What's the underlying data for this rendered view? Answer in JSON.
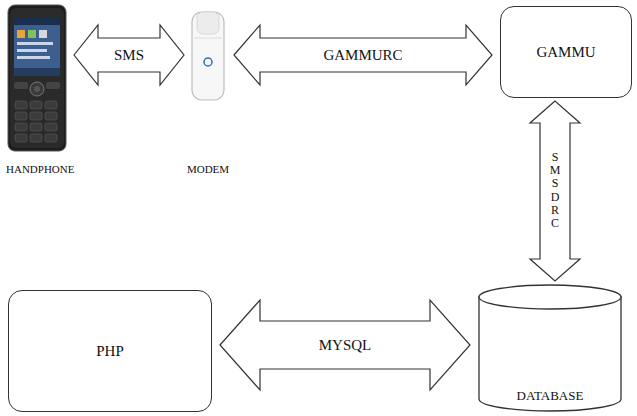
{
  "diagram": {
    "nodes": [
      {
        "text": [
          "HANDPHONE"
        ]
      },
      {
        "text": [
          "MODEM"
        ]
      },
      {
        "text": [
          "GAMMU"
        ]
      },
      {
        "text": [
          "PHP"
        ]
      },
      {
        "text": [
          "DATABASE"
        ]
      }
    ],
    "edges": [
      {
        "from": 0,
        "to": 1,
        "label": "SMS",
        "arrow": "both"
      },
      {
        "from": 1,
        "to": 2,
        "label": "GAMMURC",
        "arrow": "both"
      },
      {
        "from": 2,
        "to": 4,
        "label": "SMSDRC",
        "arrow": "both"
      },
      {
        "from": 3,
        "to": 4,
        "label": "MYSQL",
        "arrow": "both"
      }
    ]
  }
}
